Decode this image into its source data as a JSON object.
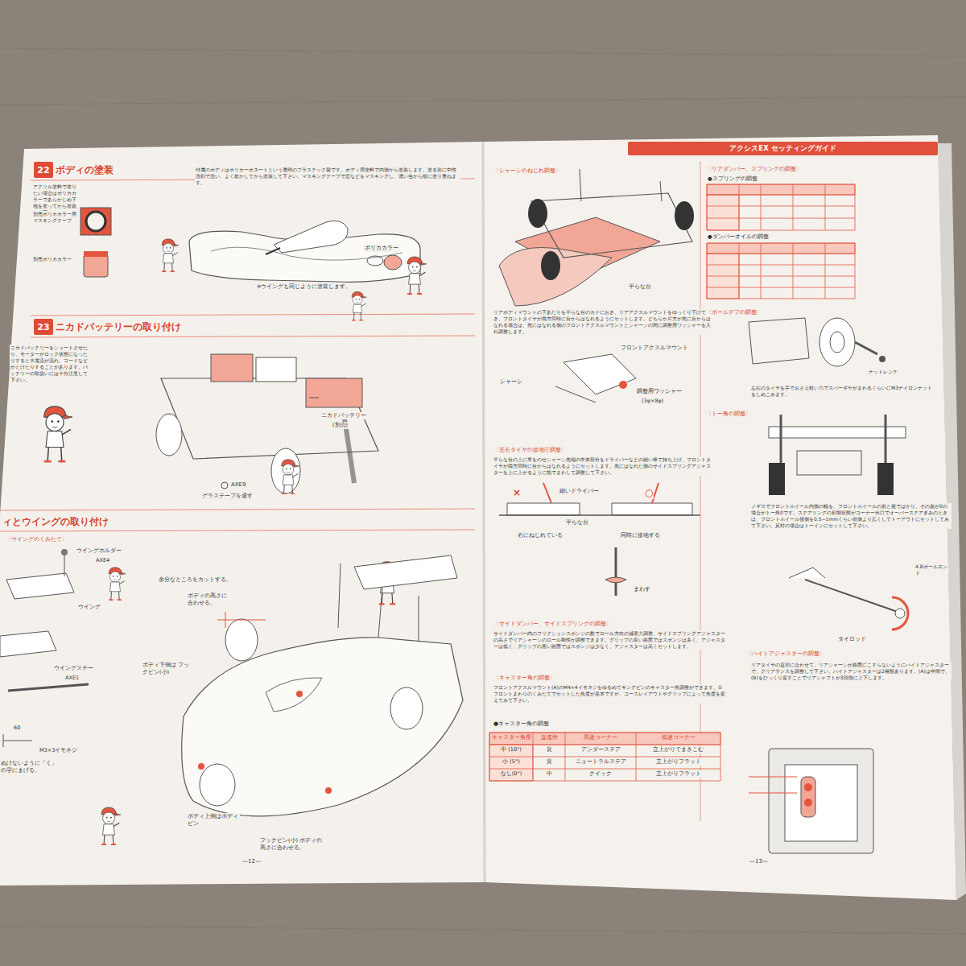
{
  "diagram": {
    "nodes": [
      {
        "text": [
          "22"
        ]
      },
      {
        "text": [
          "23"
        ]
      },
      {
        "text": [
          "アクシスEX セッティングガイド"
        ]
      }
    ],
    "labels": [
      "ボディの塗装",
      "アクリル塗料で塗りたい場合はポリカカラーであらかじめ下地を塗ってから塗装して下さい。",
      "付属のボディはポリカーボネートという透明のプラスチック製です。ボディ用塗料で内側から塗装します。塗る前に中性洗剤で洗い、よく乾かしてから塗装して下さい。マスキングテープで窓などをマスキングし、濃い色から順に塗り重ねます。",
      "別売ポリカカラー用マスキングテープ",
      "別売ポリカカラー",
      "※ウイングも同じように塗装します。",
      "ポリカカラー",
      "ニカドバッテリーの取り付け",
      "ニカドバッテリーをショートさせたり、モーターがロック状態になったりすると大電流が流れ、コードなどがとけたりすることがあります。バッテリーの取扱いには十分注意して下さい。",
      "ニカドバッテリー",
      "(別売)",
      "グラステープを通す",
      "AXE9",
      "ィとウイングの取り付け",
      "〈ウイングのくみたて〉",
      "ウイングホルダー",
      "AXE4",
      "ウイング",
      "余分なところをカットする。",
      "ボディの高さに合わせる。",
      "ウイングステー",
      "AXE1",
      "ボディ下側は フックピン(小)",
      "M3×3イモネジ",
      "60",
      "ぬけないように「く」の字にまげる。",
      "ボディ上側はボディピン",
      "フックピン(小) ボディの高さに合わせる。",
      "—12—",
      "〈シャーシのねじれ調整〉",
      "平らな台",
      "リアボディマウントの下あたりを平らな台のカドにおき、リアアクスルマウントをゆっくり下げていき、フロントタイヤが両方同時に台からはなれるようにセットします。どちらか片方が先に台からはなれる場合は、先にはなれる側のフロントアクスルマウントとシャーシの間に調整用ワッシャーを入れ調整します。",
      "フロントアクスルマウント",
      "シャーシ",
      "調整用ワッシャー",
      "(3φ×8φ)",
      "〈左右タイヤの接地圧調整〉",
      "平らな台の上に車をのせシャーシ先端の中央部分をドライバーなどの細い棒で持ち上げ、フロントタイヤが両方同時に台からはなれるようにセットします。先にはなれた側のサイドスプリングアジャスターを上に上がるように指でまわして調整して下さい。",
      "×",
      "細いドライバー",
      "○",
      "平らな台",
      "右にねじれている",
      "同時に接地する",
      "まわす",
      "〈サイドダンパー、サイドスプリングの調整〉",
      "サイドダンパー内のフリクションスポンジの数でロール方向の減衰力調整、サイドスプリングアジャスターの高さでリアシャーシのロール剛性が調整できます。グリップの良い路面ではスポンジは多く、アジャスターは低く、グリップの悪い路面ではスポンジは少なく、アジャスターは高くセットします。",
      "〈キャスター角の調整〉",
      "フロントアクスルマウント(A)のM4×4イモネジをゆるめてキングピンのキャスター角調整ができます。①フロントまわりのくみたてでセットした角度が基本ですが、コースレイアウトやグリップによって角度を変えてみて下さい。",
      "●キャスター角の調整",
      "キャスター角度",
      "直進性",
      "高速コーナー",
      "低速コーナー",
      "中 (10°)",
      "良",
      "アンダーステア",
      "立上がりでまきこむ",
      "小 (5°)",
      "良",
      "ニュートラルステア",
      "立上がりフラット",
      "なし(0°)",
      "中",
      "クイック",
      "立上がりフラット",
      "〈リアダンパー、スプリングの調整〉",
      "●スプリングの調整",
      "●ダンパーオイルの調整",
      "〈ボールデフの調整〉",
      "ナットレンチ",
      "左右のタイヤを手でおさえ軽い力でスパーギヤがまわるくらいにM3ナイロンナットをしめこみます。",
      "〈トー角の調整〉",
      "ノギスでフロントホイール内側の幅を、フロントホイールの前と後ではかり、その差が0の場合がトー角0です。ステアリングの初期状態がコーナー出口でオーバーステアぎみのときは、フロントホイール後側を0.5~1mmくらい前側より広くしてトーアウトにセットしてみて下さい。反対の場合はトーインにセットして下さい。",
      "4.8ボールエンド",
      "タイロッド",
      "〈ハイトアジャスターの調整〉",
      "リアタイヤの直径に合わせて、リアシャーシが路面にこすらないようにハイトアジャスターで、クリアランスを調整して下さい。ハイトアジャスターは2種類あります。(A)は中間で、(B)をひっくり返すことでリアシャフトが3段階に上下します。",
      "—13—"
    ]
  }
}
